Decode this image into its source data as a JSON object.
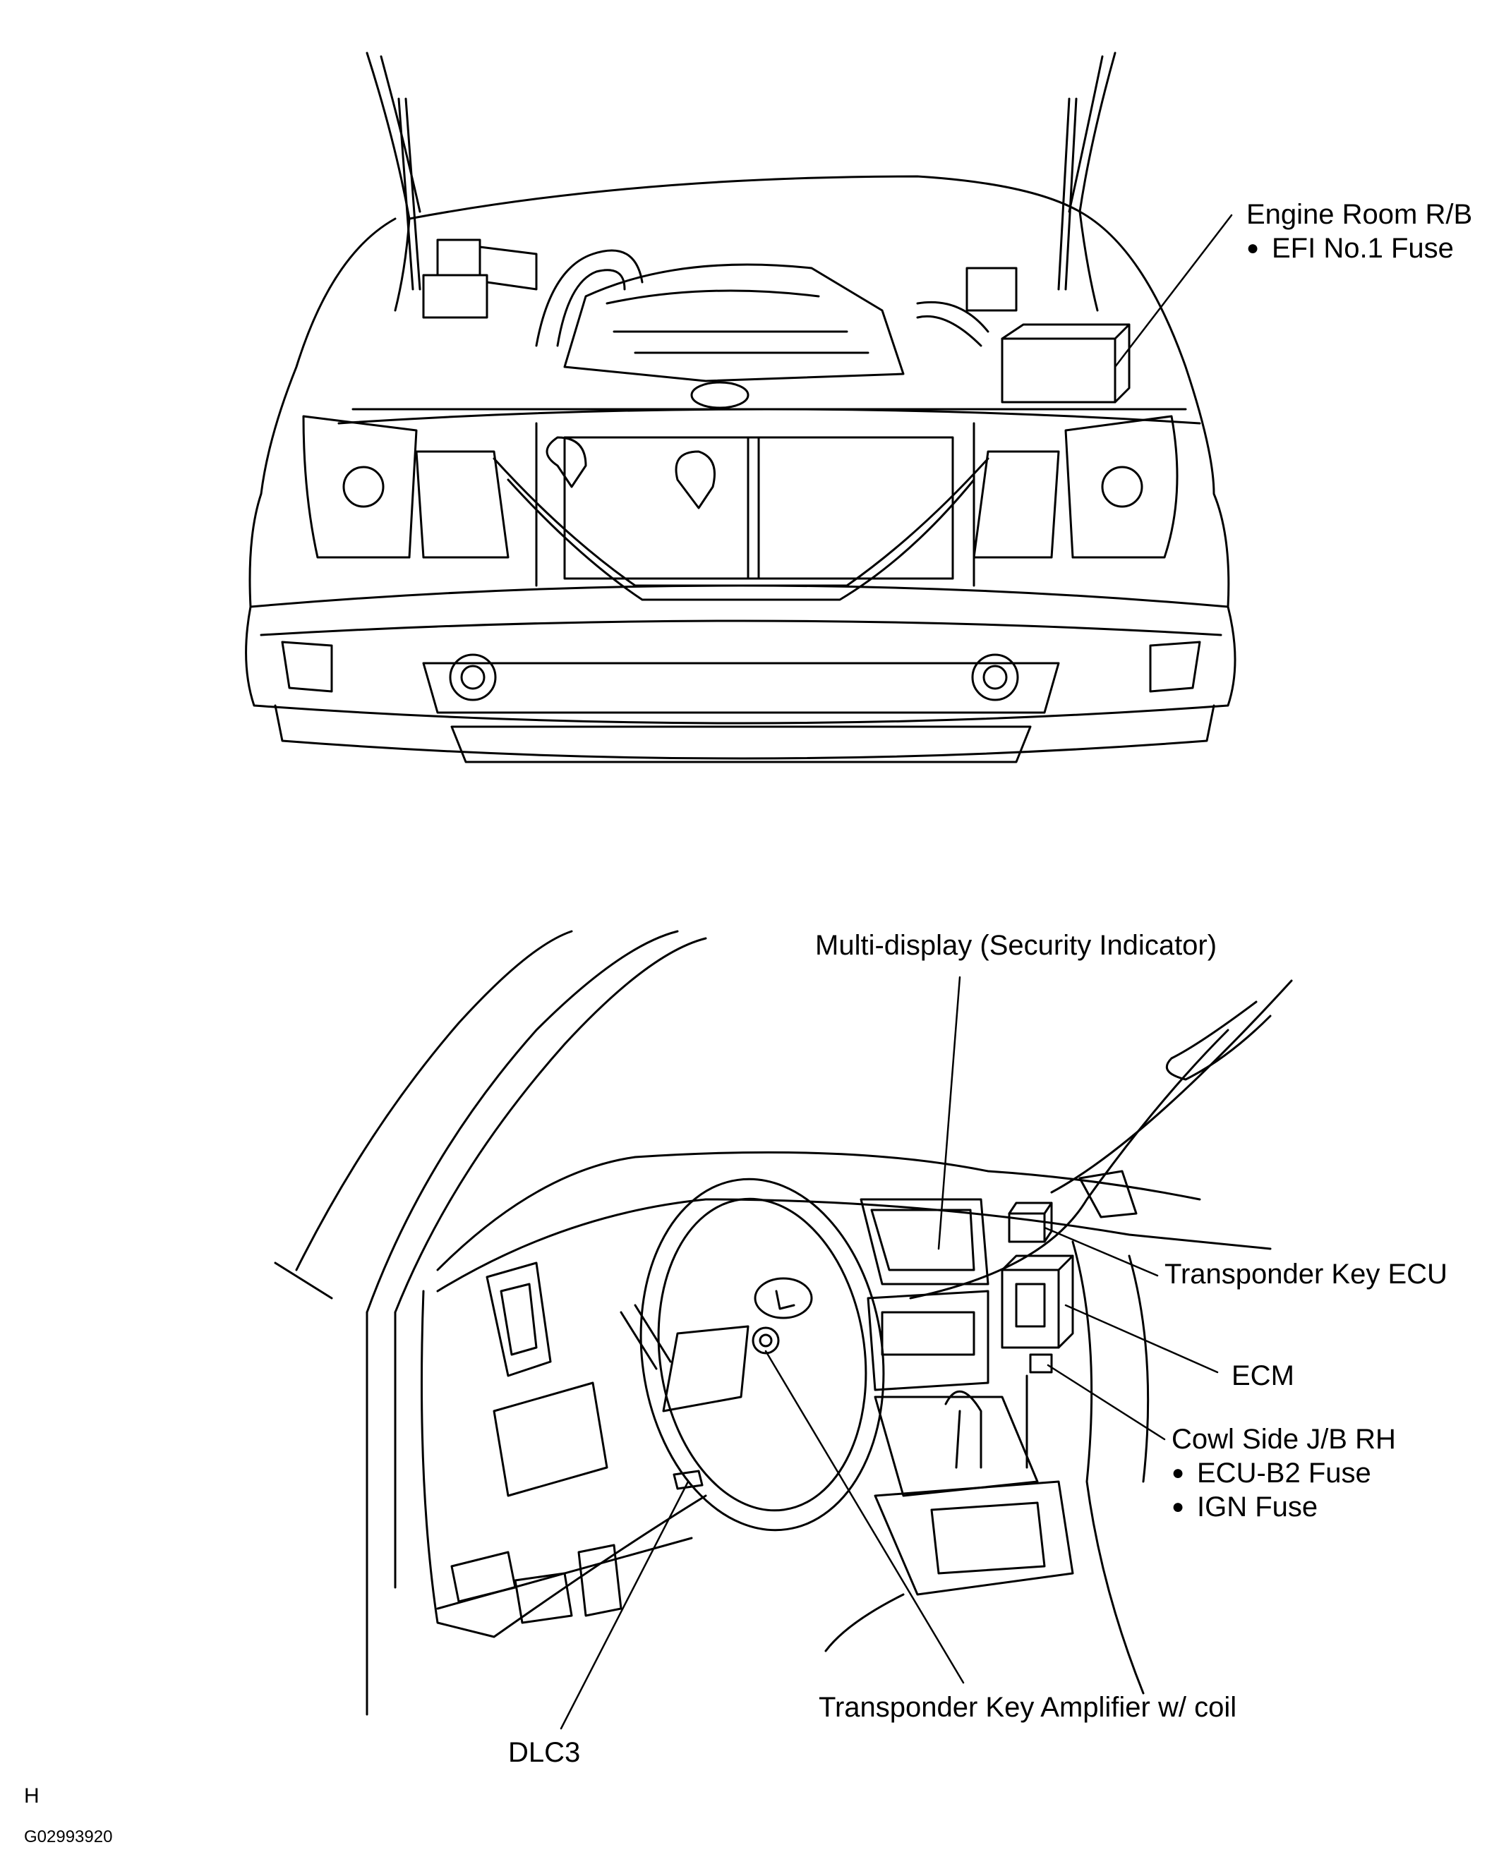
{
  "engine_room": {
    "title": "Engine Room R/B",
    "items": [
      "EFI No.1 Fuse"
    ]
  },
  "multi_display": {
    "label": "Multi-display (Security Indicator)"
  },
  "transponder_ecu": {
    "label": "Transponder Key ECU"
  },
  "ecm": {
    "label": "ECM"
  },
  "cowl_side": {
    "title": "Cowl Side J/B RH",
    "items": [
      "ECU-B2 Fuse",
      "IGN Fuse"
    ]
  },
  "dlc3": {
    "label": "DLC3"
  },
  "amplifier": {
    "label": "Transponder Key Amplifier w/ coil"
  },
  "footer": {
    "letter": "H",
    "code": "G02993920"
  }
}
